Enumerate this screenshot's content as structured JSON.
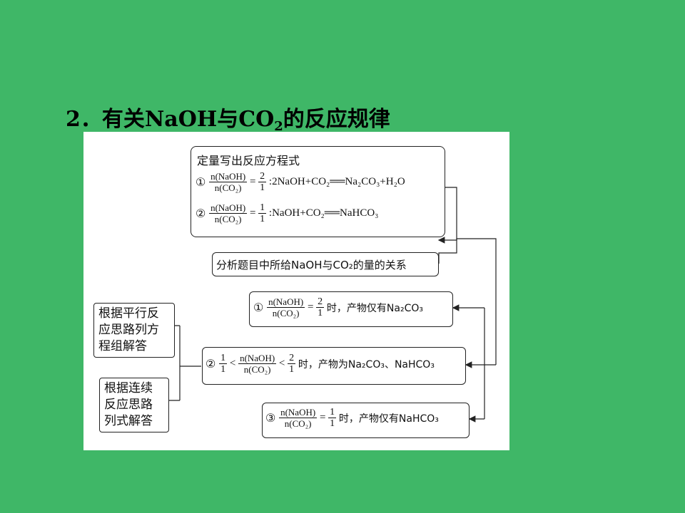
{
  "heading": {
    "number": "2．",
    "prefix": "有关NaOH与CO",
    "sub": "2",
    "suffix": "的反应规律"
  },
  "box_formula": {
    "title": "定量写出反应方程式",
    "row1": {
      "mark": "①",
      "ratio_num": "n(NaOH)",
      "ratio_den": "n(CO₂)",
      "eq": "=",
      "val_num": "2",
      "val_den": "1",
      "equation": ":2NaOH+CO₂══Na₂CO₃+H₂O"
    },
    "row2": {
      "mark": "②",
      "ratio_num": "n(NaOH)",
      "ratio_den": "n(CO₂)",
      "eq": "=",
      "val_num": "1",
      "val_den": "1",
      "equation": ":NaOH+CO₂══NaHCO₃"
    }
  },
  "box_analyze": {
    "text": "分析题目中所给NaOH与CO₂的量的关系"
  },
  "box_case1": {
    "mark": "①",
    "ratio_num": "n(NaOH)",
    "ratio_den": "n(CO₂)",
    "eq": "=",
    "val_num": "2",
    "val_den": "1",
    "text": "时，产物仅有Na₂CO₃"
  },
  "box_case2": {
    "mark": "②",
    "lo_num": "1",
    "lo_den": "1",
    "lt": "<",
    "ratio_num": "n(NaOH)",
    "ratio_den": "n(CO₂)",
    "lt2": "<",
    "hi_num": "2",
    "hi_den": "1",
    "text": "时，产物为Na₂CO₃、NaHCO₃"
  },
  "box_case3": {
    "mark": "③",
    "ratio_num": "n(NaOH)",
    "ratio_den": "n(CO₂)",
    "eq": "=",
    "val_num": "1",
    "val_den": "1",
    "text": "时，产物仅有NaHCO₃"
  },
  "box_method1": {
    "lines": [
      "根据平行反",
      "应思路列方",
      "程组解答"
    ]
  },
  "box_method2": {
    "lines": [
      "根据连续",
      "反应思路",
      "列式解答"
    ]
  }
}
